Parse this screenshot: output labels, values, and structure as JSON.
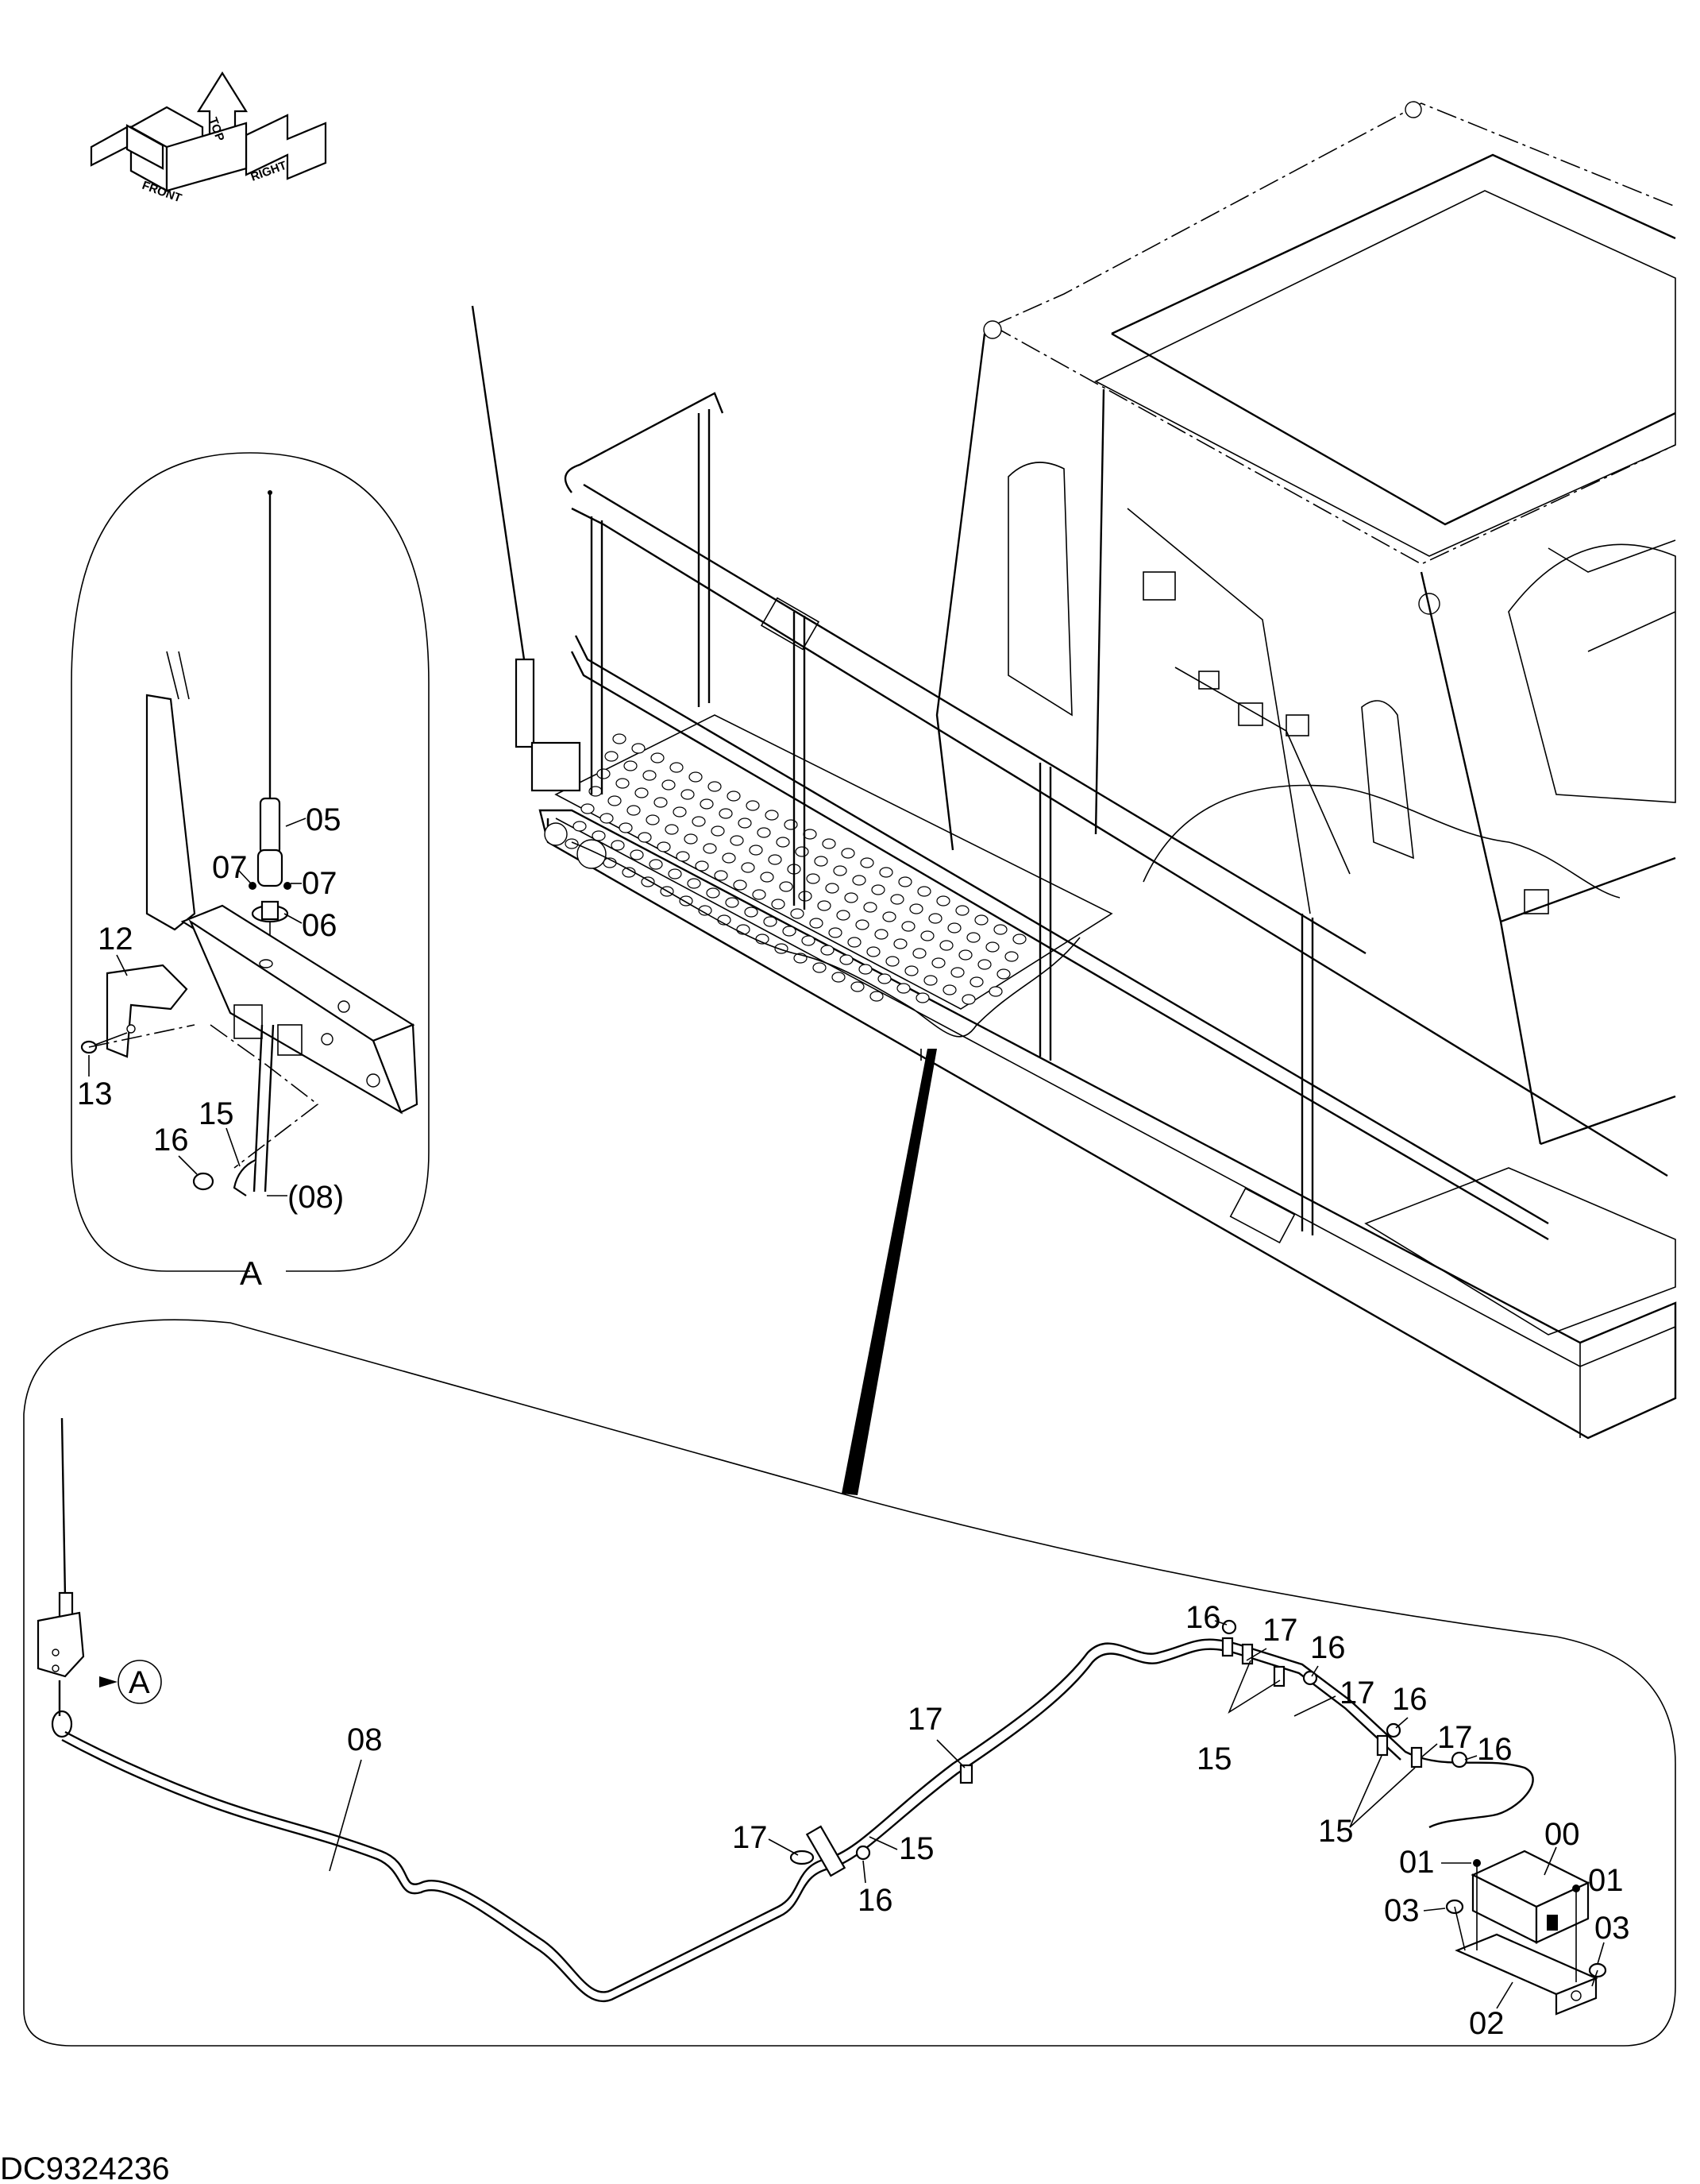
{
  "drawing_number": "DC9324236",
  "orientation_indicator": {
    "front": "FRONT",
    "top": "TOP",
    "right": "RIGHT"
  },
  "detail_view": {
    "label": "A",
    "callout": "A",
    "parts": {
      "p05": "05",
      "p07a": "07",
      "p07b": "07",
      "p06": "06",
      "p12": "12",
      "p13": "13",
      "p15": "15",
      "p16": "16",
      "p08ref": "(08)"
    }
  },
  "harness_view": {
    "parts": {
      "p08": "08",
      "p17a": "17",
      "p15a": "15",
      "p16a": "16",
      "p17b": "17",
      "p16b": "16",
      "p17c": "17",
      "p16c": "16",
      "p17d": "17",
      "p15b": "15",
      "p16d": "16",
      "p17e": "17",
      "p16e": "16",
      "p15c": "15",
      "p00": "00",
      "p01a": "01",
      "p01b": "01",
      "p03a": "03",
      "p03b": "03",
      "p02": "02"
    }
  },
  "icons": [
    "orientation-arrow-icon",
    "antenna-icon",
    "radio-unit-icon",
    "cable-clamp-icon"
  ]
}
